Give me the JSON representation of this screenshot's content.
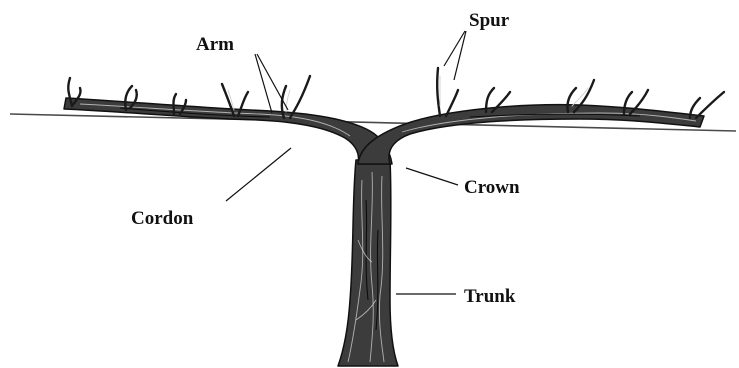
{
  "labels": {
    "spur": "Spur",
    "arm": "Arm",
    "crown": "Crown",
    "cordon": "Cordon",
    "trunk": "Trunk"
  },
  "colors": {
    "wood": "#3c3c3c",
    "outline": "#111111",
    "wire": "#4a4a4a",
    "background": "#ffffff"
  }
}
